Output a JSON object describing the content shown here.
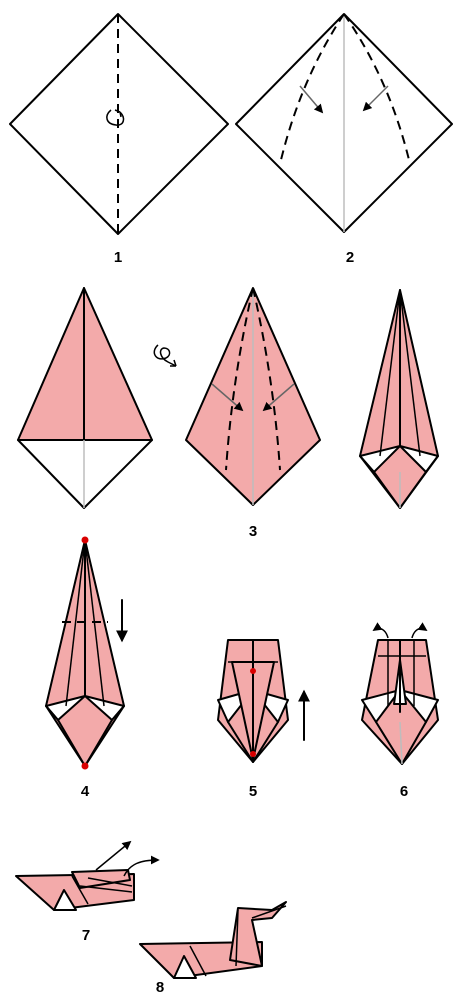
{
  "steps": [
    {
      "label": "1"
    },
    {
      "label": "2"
    },
    {
      "label": "3"
    },
    {
      "label": "4"
    },
    {
      "label": "5"
    },
    {
      "label": "6"
    },
    {
      "label": "7"
    },
    {
      "label": "8"
    }
  ],
  "colors": {
    "paper_colored": "#f3aaaa",
    "paper_white": "#ffffff",
    "outline": "#000000",
    "crease": "#bdbdbd",
    "marker": "#d90000"
  }
}
